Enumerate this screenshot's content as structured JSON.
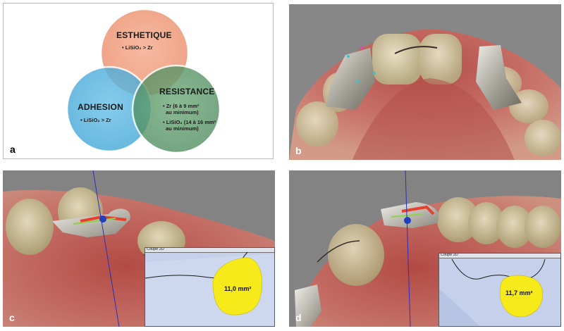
{
  "panels": {
    "a": {
      "letter": "a",
      "venn": {
        "esthetique": {
          "title": "ESTHETIQUE",
          "items": [
            "• LiSiO₂ > Zr"
          ]
        },
        "adhesion": {
          "title": "ADHESION",
          "items": [
            "• LiSiO₂ > Zr"
          ]
        },
        "resistance": {
          "title": "RESISTANCE",
          "items": [
            "• Zr (6 à 9 mm²",
            "au minimum)",
            "• LiSiO₂ (14 à 16 mm²",
            "au minimum)"
          ]
        }
      }
    },
    "b": {
      "letter": "b"
    },
    "c": {
      "letter": "c",
      "inset_title": "Coupe 2D",
      "area": "11,0 mm²"
    },
    "d": {
      "letter": "d",
      "inset_title": "Coupe 2D",
      "area": "11,7 mm²"
    }
  },
  "colors": {
    "esthetique": "#f2a98c",
    "adhesion": "#5bb6e1",
    "resistance": "#5f9d6d",
    "gum": "#c0655b",
    "tooth": "#cbbf9c",
    "abutment": "#bfbcb2",
    "area_fill": "#f6ea1a"
  }
}
